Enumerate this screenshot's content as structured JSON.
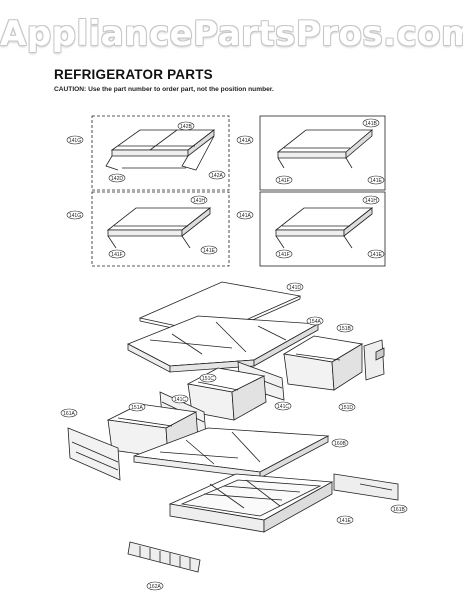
{
  "watermark": "AppliancePartsPros.com",
  "header": {
    "title": "REFRIGERATOR PARTS",
    "caution": "CAUTION: Use the part number to order part, not the position number."
  },
  "callouts": {
    "b1_main": "141G",
    "b1_top": "142B",
    "b1_bl": "142D",
    "b1_br": "142A",
    "b2_main": "141A",
    "b2_top": "141B",
    "b2_bl": "141F",
    "b2_br": "141E",
    "b3_main": "141G",
    "b3_top": "141H",
    "b3_bl": "141F",
    "b3_br": "141E",
    "b4_main": "141A",
    "b4_top": "141H",
    "b4_bl": "141F",
    "b4_br": "141E",
    "e_cover": "141D",
    "e_frame": "154A",
    "e_rdrawer": "151B",
    "e_ldrawer": "151A",
    "e_mdrawer": "151C",
    "e_divider": "141C",
    "e_midrail": "141C",
    "e_lpanel": "161A",
    "e_mid": "151D",
    "e_shelf": "160B",
    "e_tray": "141E",
    "e_side": "161B",
    "e_grille": "162A"
  }
}
